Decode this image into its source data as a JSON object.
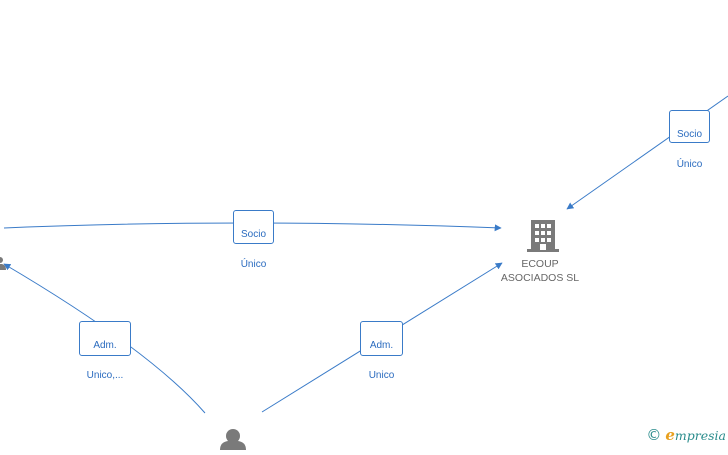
{
  "nodes": {
    "company": {
      "line1": "ECOUP",
      "line2": "ASOCIADOS SL"
    }
  },
  "edges": {
    "top_right": {
      "line1": "Socio",
      "line2": "Único"
    },
    "middle": {
      "line1": "Socio",
      "line2": "Único"
    },
    "left_admin": {
      "line1": "Adm.",
      "line2": "Unico,..."
    },
    "right_admin": {
      "line1": "Adm.",
      "line2": "Unico"
    }
  },
  "colors": {
    "edge": "#3a7bc8",
    "icon": "#7a7a7a",
    "brand": "#2a8c8c",
    "brand_accent": "#e8a01e"
  },
  "icons": {
    "company": "building-icon",
    "person": "person-icon",
    "partial_node": "person-icon"
  },
  "brand": {
    "symbol": "©",
    "initial": "e",
    "rest": "mpresia"
  }
}
